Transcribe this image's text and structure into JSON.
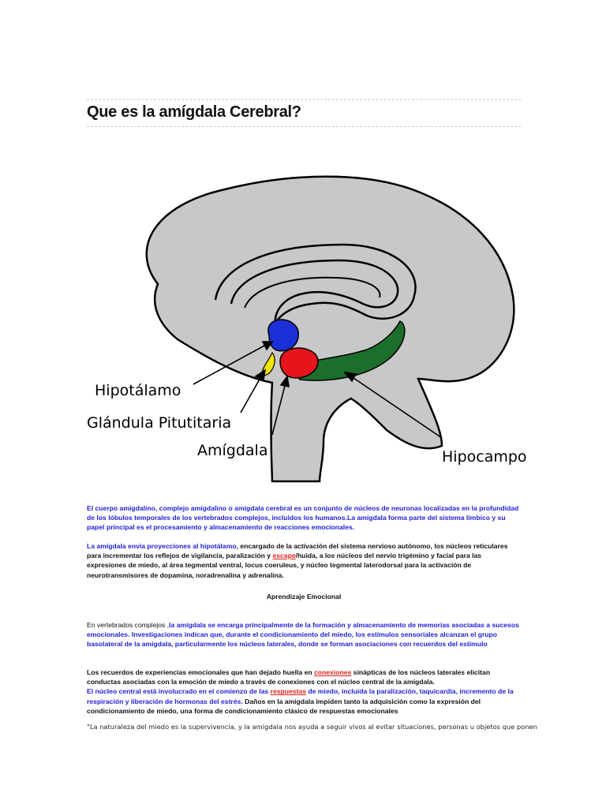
{
  "title": "Que es la amígdala Cerebral?",
  "figure": {
    "labels": {
      "hypothalamus": "Hipotálamo",
      "pituitary": "Glándula Pitutitaria",
      "amygdala": "Amígdala",
      "hippocampus": "Hipocampo"
    },
    "colors": {
      "brain": "#c8c8c8",
      "hypothalamus": "#1a2fd6",
      "pituitary": "#f2e600",
      "amygdala": "#e8141c",
      "hippocampus": "#1c6e2b"
    }
  },
  "p1": {
    "text": "El cuerpo amigdalino, complejo amigdalino o amígdala cerebral es un conjunto de núcleos de neuronas localizadas en la profundidad de los lóbulos temporales de los vertebrados complejos, incluidos los humanos.La amígdala forma parte del sistema límbico y su papel principal es el procesamiento y almacenamiento de reacciones emocionales."
  },
  "p2": {
    "a": "La amígdala envía proyecciones al hipotálamo",
    "b": ", encargado de la activación del sistema nervioso autónomo, los núcleos reticulares para incrementar los reflejos de vigilancia, paralización y ",
    "link": "escape",
    "c": "/huida, a los núcleos del nervio trigémino y facial para las expresiones de miedo, al área tegmental ventral, locus coeruleus, y núcleo tegmental laterodorsal para la activación de neurotransmisores de dopamina, noradrenalina y adrenalina."
  },
  "heading": "Aprendizaje Emocional",
  "p3": {
    "a": "En vertebrados complejos ,",
    "b": "la amígdala se encarga principalmente de la formación y almacenamiento de memorias asociadas a sucesos emocionales. Investigaciones indican que, durante el condicionamiento del miedo, los estímulos sensoriales alcanzan el grupo basolateral de la amígdala, particularmente los núcleos laterales, donde se forman asociaciones con recuerdos del estímulo"
  },
  "p4": {
    "a": "Los recuerdos de experiencias emocionales que han dejado huella en ",
    "link1": "conexiones",
    "b": " sinápticas de los núcleos laterales elicitan conductas asociadas con la emoción de miedo a través de conexiones con el núcleo central de la amígdala.",
    "c": "El núcleo central está involucrado en el comienzo de las ",
    "link2": "respuestas",
    "d": " de miedo, incluida la paralización, taquicardia, incremento de la respiración y liberación de hormonas del estrés.",
    "e": " Daños en la amígdala impiden tanto la adquisición como la expresión del condicionamiento de miedo, una forma de condicionamiento clásico de respuestas emocionales"
  },
  "quote": "\"La naturaleza del miedo es la supervivencia, y la amígdala nos ayuda a seguir vivos al evitar situaciones, personas u objetos que ponen"
}
